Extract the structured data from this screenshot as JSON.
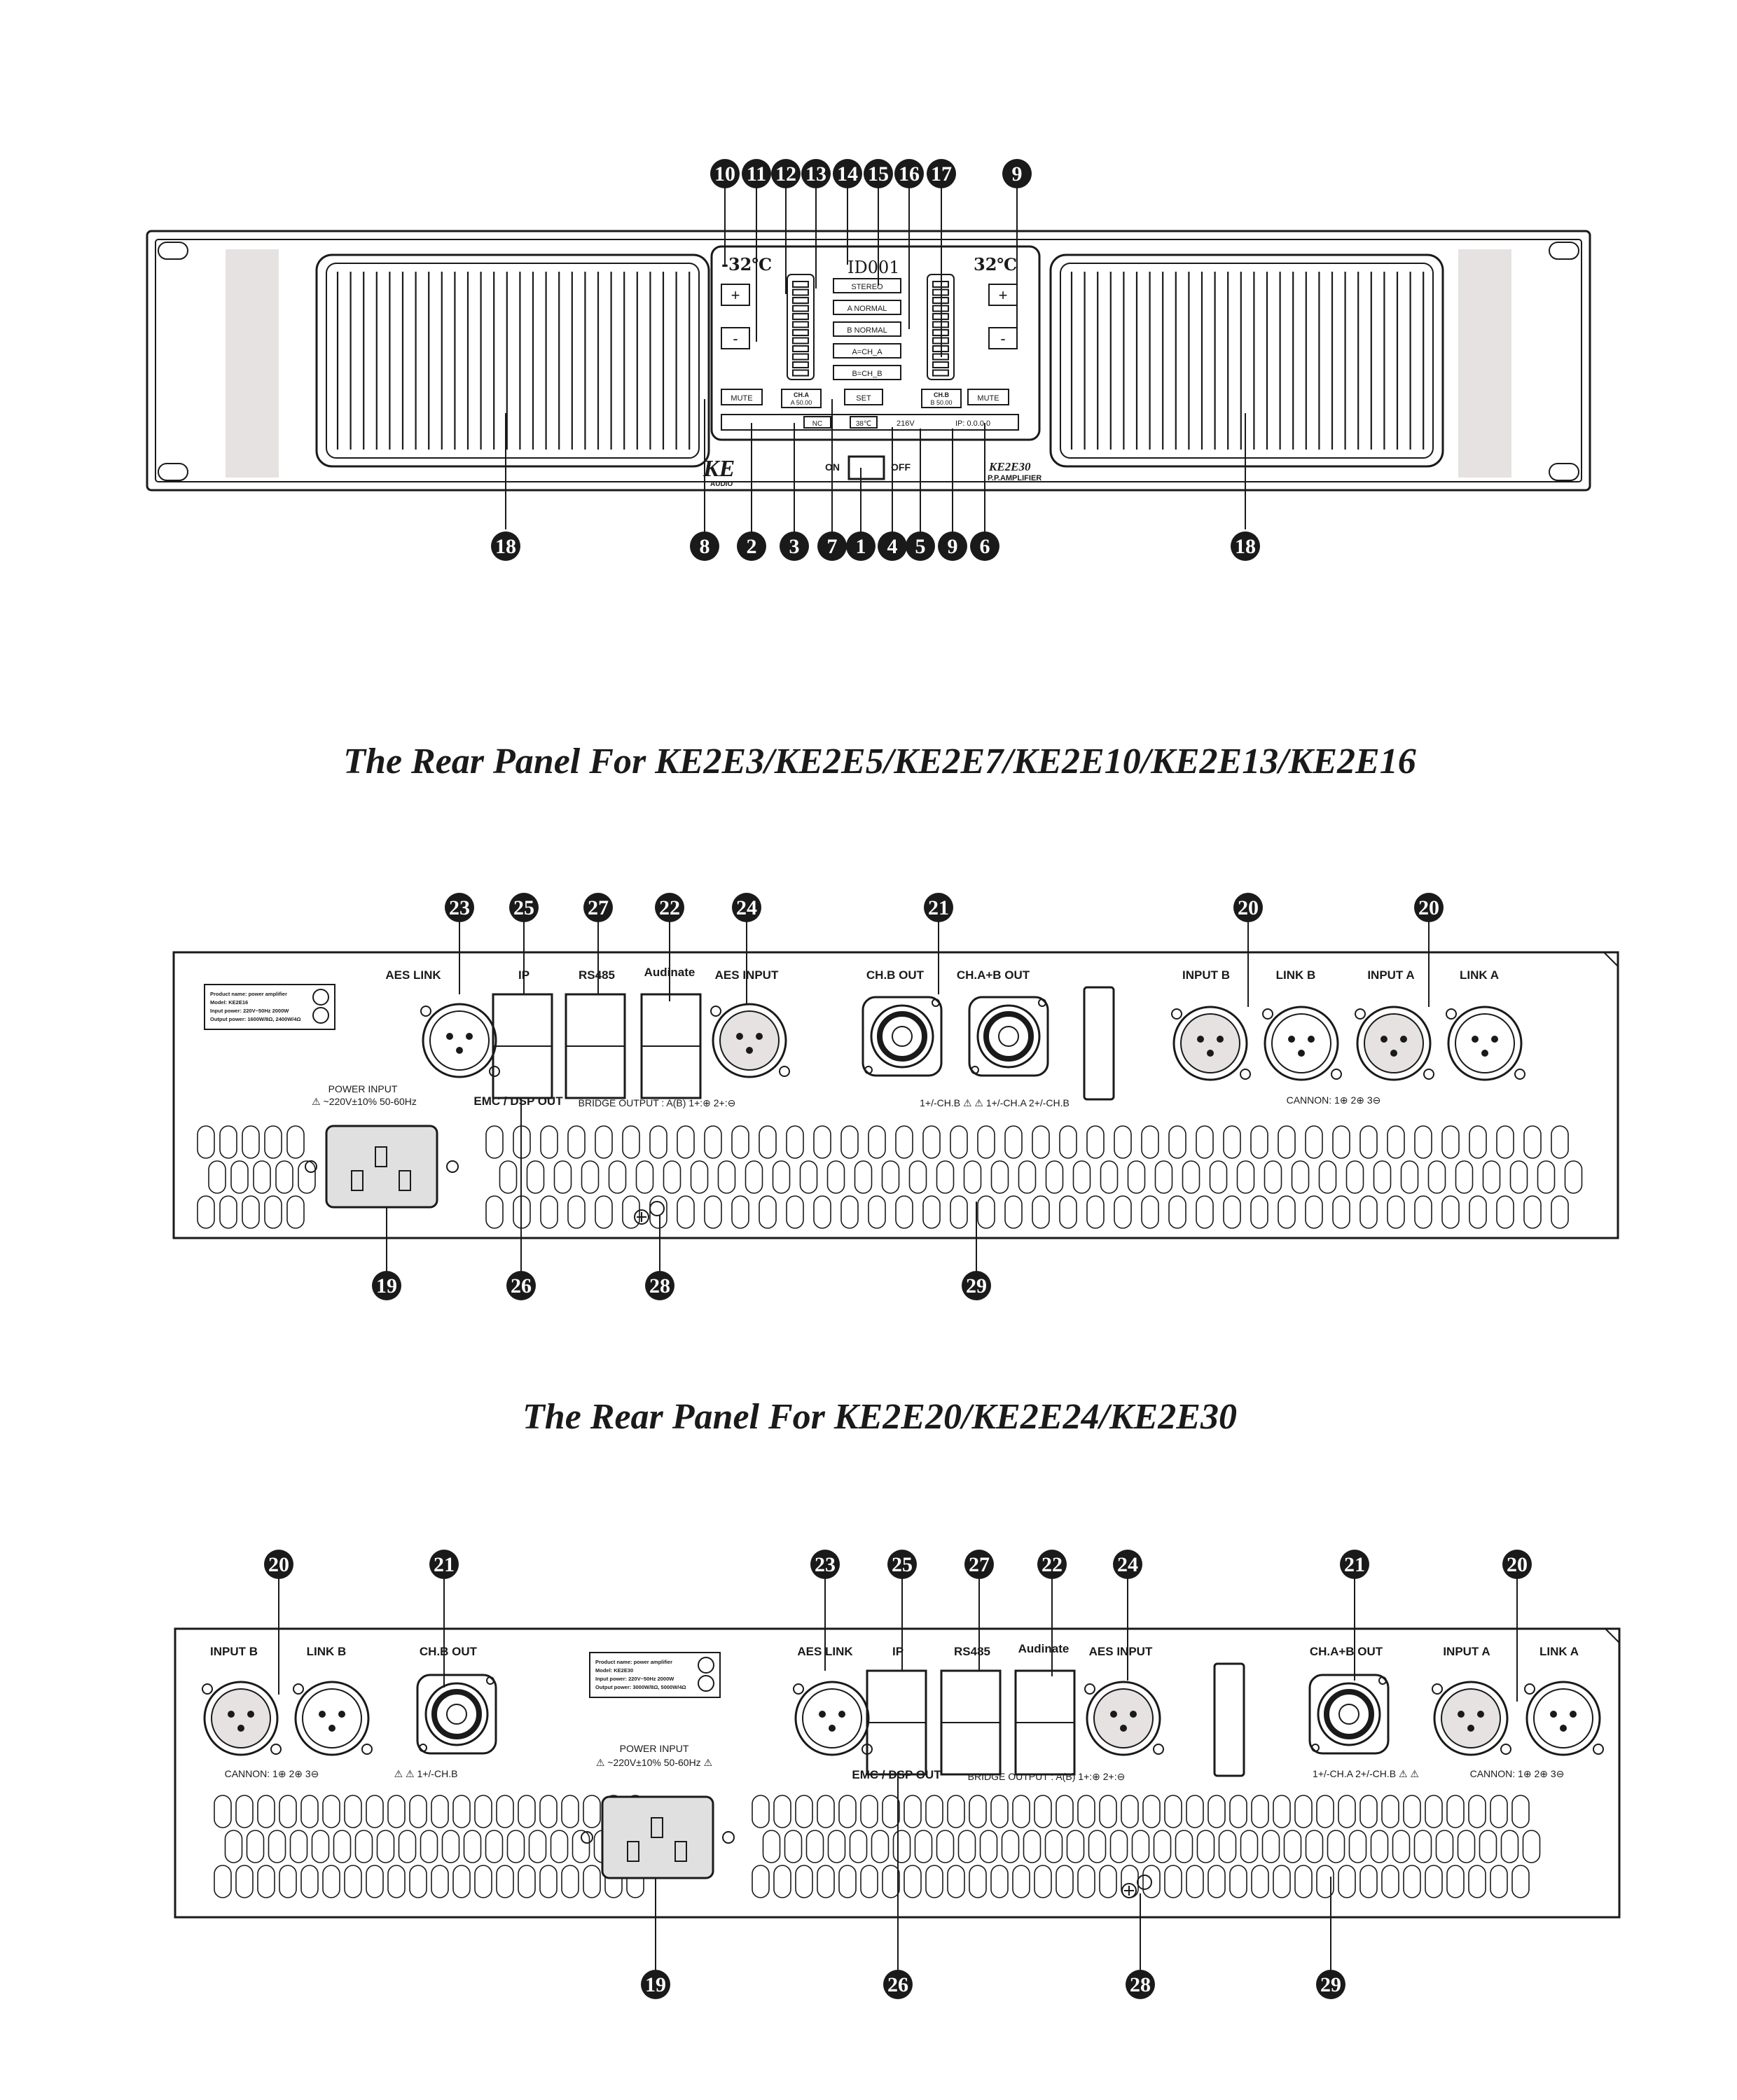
{
  "titles": {
    "rear1": "The Rear Panel For  KE2E3/KE2E5/KE2E7/KE2E10/KE2E13/KE2E16",
    "rear2": "The Rear Panel For  KE2E20/KE2E24/KE2E30"
  },
  "front": {
    "temp_left": "-32℃",
    "temp_right": "32℃",
    "device_id": "ID001",
    "menu": [
      "STEREO",
      "A NORMAL",
      "B NORMAL",
      "A=CH_A",
      "B=CH_B"
    ],
    "plus": "+",
    "minus": "-",
    "mute": "MUTE",
    "ch_a": "CH.A",
    "ch_a_val": "A 50.00",
    "ch_b": "CH.B",
    "ch_b_val": "B 50.00",
    "set": "SET",
    "nc": "NC",
    "temp_status": "38℃",
    "voltage": "216V",
    "ip": "IP: 0.0.0.0",
    "on": "ON",
    "off": "OFF",
    "brand": "KE",
    "brand_sub": "AUDIO",
    "model": "KE2E30",
    "model_sub": "P.P.AMPLIFIER",
    "callouts_top": [
      "10",
      "11",
      "12",
      "13",
      "14",
      "15",
      "16",
      "17",
      "9"
    ],
    "callouts_bottom": [
      "8",
      "2",
      "3",
      "7",
      "1",
      "4",
      "5",
      "9",
      "6"
    ],
    "callout_fan": "18"
  },
  "rear": {
    "aes_link": "AES  LINK",
    "ip": "IP",
    "rs485": "RS485",
    "dante": "Audinate",
    "aes_input": "AES  INPUT",
    "chb_out": "CH.B   OUT",
    "chab_out": "CH.A+B   OUT",
    "input_b": "INPUT  B",
    "link_b": "LINK  B",
    "input_a": "INPUT  A",
    "link_a": "LINK  A",
    "power_input": "POWER INPUT",
    "power_spec": "~220V±10% 50-60Hz",
    "emc_dsp": "EMC / DSP OUT",
    "bridge": "BRIDGE   OUTPUT : A(B) 1+:⊕   2+:⊖",
    "spk_b_note": "1+/-CH.B",
    "spk_ab_note": "1+/-CH.A  2+/-CH.B",
    "cannon": "CANNON:  1⊕  2⊕  3⊖",
    "label_lines": [
      "Product name:  power amplifier",
      "Model:  KE2E16",
      "Input power:  220V~50Hz 2000W",
      "Output power:  1600W/8Ω,  2400W/4Ω"
    ],
    "label_lines2": [
      "Product name:  power amplifier",
      "Model:  KE2E30",
      "Input power:  220V~50Hz 2000W",
      "Output power:  3000W/8Ω,  5000W/4Ω"
    ],
    "callouts": {
      "aes_link": "23",
      "ip": "25",
      "rs485": "27",
      "dante": "22",
      "aes_input": "24",
      "speakon": "21",
      "xlr": "20",
      "power": "19",
      "emc": "26",
      "ground": "28",
      "vent": "29"
    }
  }
}
